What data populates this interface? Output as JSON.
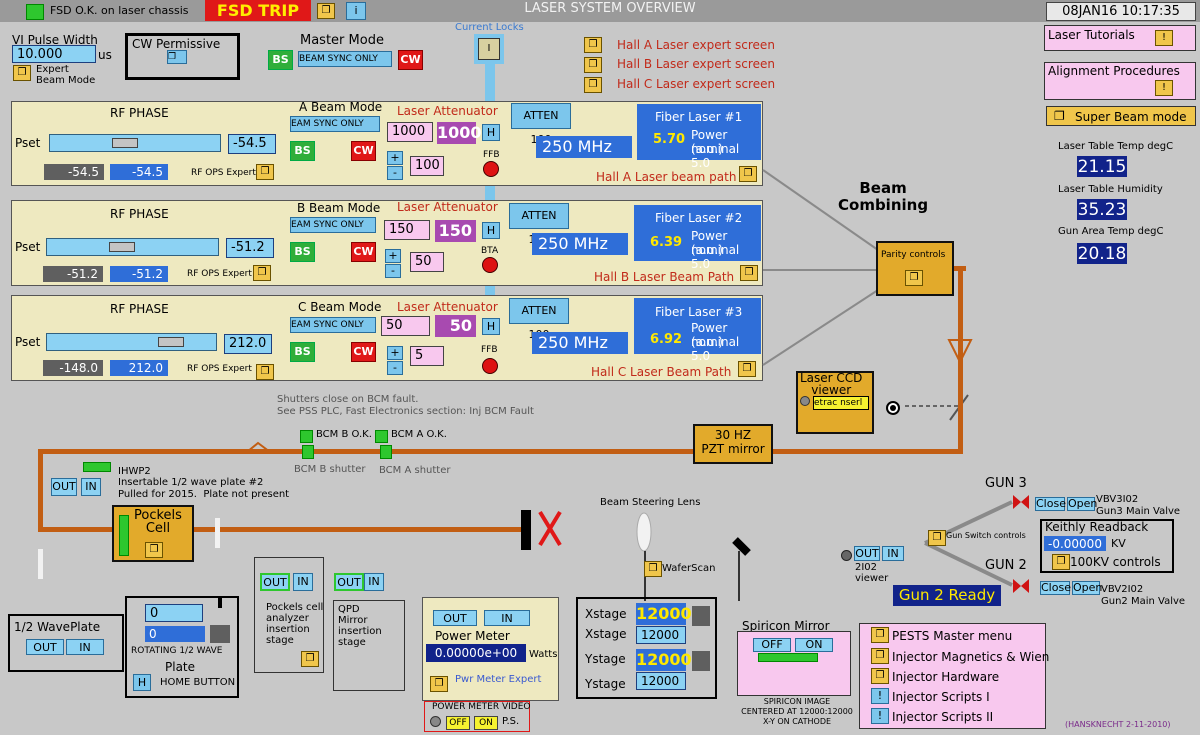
{
  "header": {
    "fsd_status": "FSD O.K. on laser chassis",
    "fsd_trip": "FSD TRIP",
    "title": "LASER SYSTEM OVERVIEW",
    "datetime": "08JAN16 10:17:35",
    "current_locks": "Current Locks",
    "info_icon": "i"
  },
  "vi_pulse": {
    "label": "VI  Pulse Width",
    "value": "10.000",
    "unit": "us",
    "expert_label": "Expert\nBeam Mode"
  },
  "cw_permissive": {
    "label": "CW Permissive"
  },
  "master_mode": {
    "label": "Master Mode",
    "bs": "BS",
    "cw": "CW",
    "mode": "BEAM SYNC ONLY"
  },
  "hall_links": [
    {
      "label": "Hall A Laser expert screen"
    },
    {
      "label": "Hall B Laser expert screen"
    },
    {
      "label": "Hall C Laser expert screen"
    }
  ],
  "rows": [
    {
      "rf_phase": "RF PHASE",
      "pset_label": "Pset",
      "pset_value": "-54.5",
      "read_grey": "-54.5",
      "read_blue": "-54.5",
      "ops_expert": "RF OPS Expert",
      "beam_mode_label": "A Beam Mode",
      "beam_mode": "EAM SYNC ONLY",
      "bs": "BS",
      "cw": "CW",
      "att_label": "Laser Attenuator",
      "att_set": "1000",
      "att_read": "1000",
      "att_btn": "ATTEN 100",
      "h": "H",
      "step": "100",
      "plus": "+",
      "minus": "-",
      "lamp_label": "FFB",
      "freq": "250 MHz",
      "fiber_title": "Fiber Laser #1",
      "fiber_value": "5.70",
      "power_label": "Power (a.u.)",
      "nominal": "nominal 5.0",
      "path_label": "Hall A Laser beam path"
    },
    {
      "rf_phase": "RF PHASE",
      "pset_label": "Pset",
      "pset_value": "-51.2",
      "read_grey": "-51.2",
      "read_blue": "-51.2",
      "ops_expert": "RF OPS Expert",
      "beam_mode_label": "B Beam Mode",
      "beam_mode": "EAM SYNC ONLY",
      "bs": "BS",
      "cw": "CW",
      "att_label": "Laser Attenuator",
      "att_set": "150",
      "att_read": "150",
      "att_btn": "ATTEN 100",
      "h": "H",
      "step": "50",
      "plus": "+",
      "minus": "-",
      "lamp_label": "BTA",
      "freq": "250 MHz",
      "fiber_title": "Fiber Laser #2",
      "fiber_value": "6.39",
      "power_label": "Power (a.u.)",
      "nominal": "nominal 5.0",
      "path_label": "Hall B Laser Beam Path"
    },
    {
      "rf_phase": "RF PHASE",
      "pset_label": "Pset",
      "pset_value": "212.0",
      "read_grey": "-148.0",
      "read_blue": "212.0",
      "ops_expert": "RF OPS Expert",
      "beam_mode_label": "C Beam Mode",
      "beam_mode": "EAM SYNC ONLY",
      "bs": "BS",
      "cw": "CW",
      "att_label": "Laser Attenuator",
      "att_set": "50",
      "att_read": "50",
      "att_btn": "ATTEN 100",
      "h": "H",
      "step": "5",
      "plus": "+",
      "minus": "-",
      "lamp_label": "FFB",
      "freq": "250 MHz",
      "fiber_title": "Fiber Laser #3",
      "fiber_value": "6.92",
      "power_label": "Power (a.u.)",
      "nominal": "nominal 5.0",
      "path_label": "Hall C Laser Beam Path"
    }
  ],
  "right": {
    "laser_tutorials": "Laser Tutorials",
    "alignment": "Alignment Procedures",
    "super_beam": "Super Beam mode",
    "temp_label": "Laser Table Temp degC",
    "temp": "21.15",
    "hum_label": "Laser Table Humidity",
    "hum": "35.23",
    "gun_temp_label": "Gun Area Temp degC",
    "gun_temp": "20.18"
  },
  "beam_combining": {
    "label": "Beam\nCombining",
    "parity": "Parity controls"
  },
  "ccd": {
    "label": "Laser CCD\nviewer",
    "field": "etrac nserl"
  },
  "notes": {
    "bcm": "Shutters close on BCM fault.\nSee PSS PLC, Fast Electronics section: Inj BCM Fault"
  },
  "pzt": {
    "label": "30 HZ\nPZT mirror"
  },
  "bcm": {
    "b_ok": "BCM B O.K.",
    "a_ok": "BCM A O.K.",
    "b_shutter": "BCM B shutter",
    "a_shutter": "BCM A shutter"
  },
  "ihwp": {
    "title": "IHWP2",
    "desc": "Insertable 1/2 wave plate #2\nPulled for 2015.  Plate not present",
    "out": "OUT",
    "in": "IN"
  },
  "pockels": {
    "label": "Pockels\nCell"
  },
  "halfwave": {
    "label": "1/2 WavePlate",
    "out": "OUT",
    "in": "IN"
  },
  "rotating": {
    "val1": "0",
    "val2": "0",
    "label": "ROTATING 1/2 WAVE",
    "plate": "Plate",
    "home": "HOME BUTTON",
    "h": "H"
  },
  "pockels_stage": {
    "out": "OUT",
    "in": "IN",
    "label": "Pockels cell\nanalyzer\ninsertion\nstage"
  },
  "qpd": {
    "out": "OUT",
    "in": "IN",
    "label": "QPD\nMirror\ninsertion\nstage"
  },
  "power_meter": {
    "out": "OUT",
    "in": "IN",
    "title": "Power Meter",
    "value": "0.00000e+00",
    "unit": "Watts",
    "expert": "Pwr Meter Expert",
    "video": "POWER METER VIDEO",
    "off": "OFF",
    "on": "ON",
    "ps": "P.S."
  },
  "steering": {
    "label": "Beam Steering Lens",
    "wafer": "WaferScan"
  },
  "stages": [
    {
      "label": "Xstage",
      "set": "12000",
      "read": "12000"
    },
    {
      "label": "Ystage",
      "set": "12000",
      "read": "12000"
    }
  ],
  "spiricon": {
    "label": "Spiricon Mirror",
    "off": "OFF",
    "on": "ON",
    "note": "SPIRICON IMAGE\nCENTERED AT 12000:12000\nX-Y ON CATHODE"
  },
  "guns": {
    "gun3": "GUN 3",
    "gun3_valve": "VBV3I02\nGun3 Main Valve",
    "gun2": "GUN 2",
    "gun2_valve": "VBV2I02\nGun2 Main Valve",
    "close": "Close",
    "open": "Open",
    "switch": "Gun Switch controls",
    "viewer": "2I02\nviewer",
    "out": "OUT",
    "in": "IN",
    "ready": "Gun 2 Ready",
    "keithly": "Keithly Readback",
    "kv_value": "-0.00000",
    "kv": "KV",
    "kv_controls": "100KV controls"
  },
  "menu": [
    {
      "label": "PESTS Master menu"
    },
    {
      "label": "Injector Magnetics & Wien"
    },
    {
      "label": "Injector Hardware"
    },
    {
      "label": "Injector Scripts I"
    },
    {
      "label": "Injector Scripts II"
    }
  ],
  "credit": "(HANSKNECHT 2-11-2010)"
}
